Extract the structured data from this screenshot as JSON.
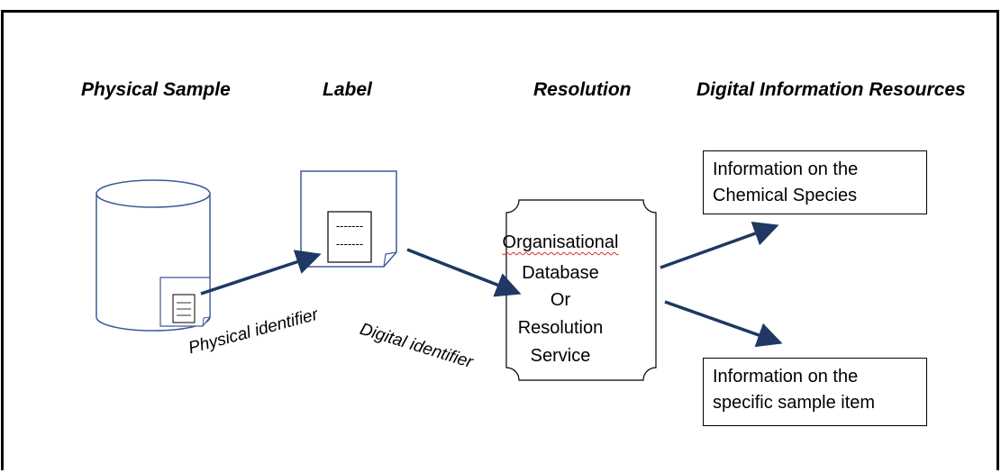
{
  "headings": {
    "physical_sample": "Physical Sample",
    "label": "Label",
    "resolution": "Resolution",
    "digital_resources": "Digital Information Resources"
  },
  "resolution_service": {
    "lines": [
      "Organisational",
      "Database",
      "Or",
      "Resolution",
      "Service"
    ]
  },
  "info_boxes": {
    "chemical_species": "Information on the Chemical Species",
    "sample_item": "Information on the specific sample item"
  },
  "identifiers": {
    "physical": "Physical identifier",
    "digital": "Digital identifier"
  },
  "label_marks": {
    "line": "-------"
  },
  "colors": {
    "outline_blue": "#3d5a98",
    "arrow_navy": "#1f3864",
    "frame": "#000000"
  }
}
